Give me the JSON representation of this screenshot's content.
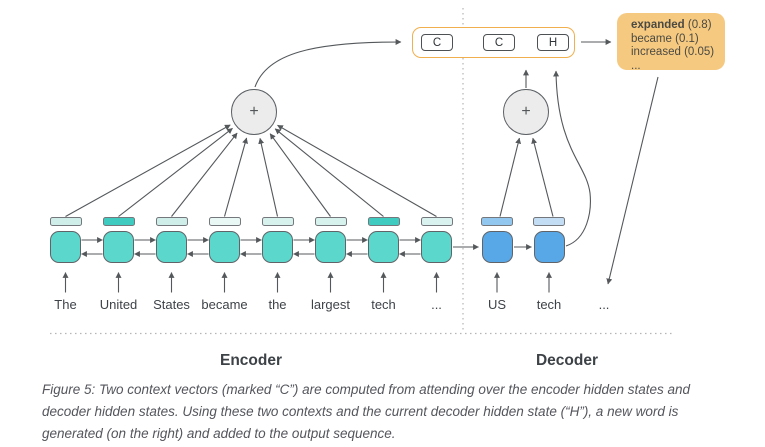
{
  "figure": {
    "encoder": {
      "label": "Encoder",
      "words": [
        "The",
        "United",
        "States",
        "became",
        "the",
        "largest",
        "tech",
        "..."
      ],
      "attention_bar_colors": [
        "#cfeeea",
        "#3fcbbf",
        "#cfeeea",
        "#e9f8f5",
        "#d7f1ed",
        "#d7f1ed",
        "#3fcbbf",
        "#daf2ef"
      ],
      "state_color": "#5cd7cc"
    },
    "decoder": {
      "label": "Decoder",
      "words": [
        "US",
        "tech"
      ],
      "attention_bar_colors": [
        "#92c7ef",
        "#c3ddf5"
      ],
      "state_color": "#58a8e8",
      "output_ellipsis": "..."
    },
    "attention": {
      "encoder_plus": "+",
      "decoder_plus": "+"
    },
    "context": {
      "units": [
        {
          "label": "C",
          "color": "#3ecfc3"
        },
        {
          "label": "C",
          "color": "#58a8e8"
        },
        {
          "label": "H",
          "color": "#58a8e8"
        }
      ]
    },
    "candidates": {
      "background": "#f6c981",
      "items": [
        {
          "word": "expanded",
          "prob": "(0.8)",
          "bold": true
        },
        {
          "word": "became",
          "prob": "(0.1)",
          "bold": false
        },
        {
          "word": "increased",
          "prob": "(0.05)",
          "bold": false
        },
        {
          "word": "...",
          "prob": "",
          "bold": false
        }
      ]
    }
  },
  "caption": {
    "lines": [
      "Figure 5: Two context vectors (marked “C”) are computed from attending over the encoder hidden states and",
      "decoder hidden states. Using these two contexts and the current decoder hidden state (“H”), a new word is",
      "generated (on the right) and added to the output sequence."
    ]
  }
}
